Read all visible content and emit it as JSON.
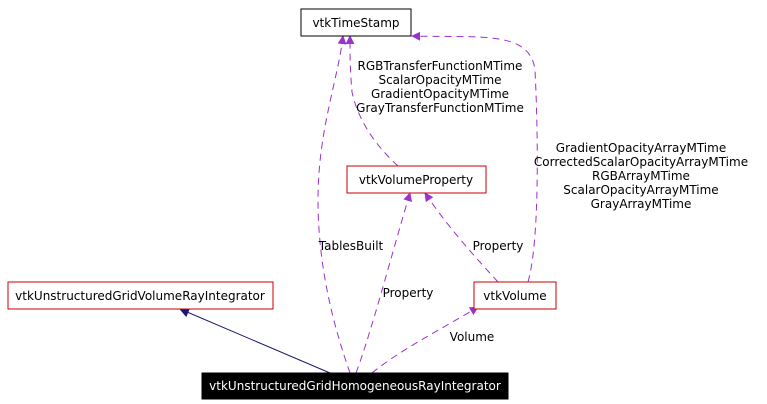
{
  "colors": {
    "inheritance_edge": "#191970",
    "usage_edge": "#9a32cd",
    "node_border_red": "#cc0000",
    "node_border_black": "#000000",
    "focus_fill": "#000000",
    "focus_text": "#ffffff"
  },
  "nodes": {
    "time_stamp": "vtkTimeStamp",
    "volume_property": "vtkVolumeProperty",
    "base_integrator": "vtkUnstructuredGridVolumeRayIntegrator",
    "volume": "vtkVolume",
    "homogeneous_integrator": "vtkUnstructuredGridHomogeneousRayIntegrator"
  },
  "edge_labels": {
    "volume_property_mtimes": [
      "RGBTransferFunctionMTime",
      "ScalarOpacityMTime",
      "GradientOpacityMTime",
      "GrayTransferFunctionMTime"
    ],
    "volume_mtimes": [
      "GradientOpacityArrayMTime",
      "CorrectedScalarOpacityArrayMTime",
      "RGBArrayMTime",
      "ScalarOpacityArrayMTime",
      "GrayArrayMTime"
    ],
    "tables_built": "TablesBuilt",
    "property_homogeneous": "Property",
    "property_volume": "Property",
    "volume": "Volume"
  }
}
